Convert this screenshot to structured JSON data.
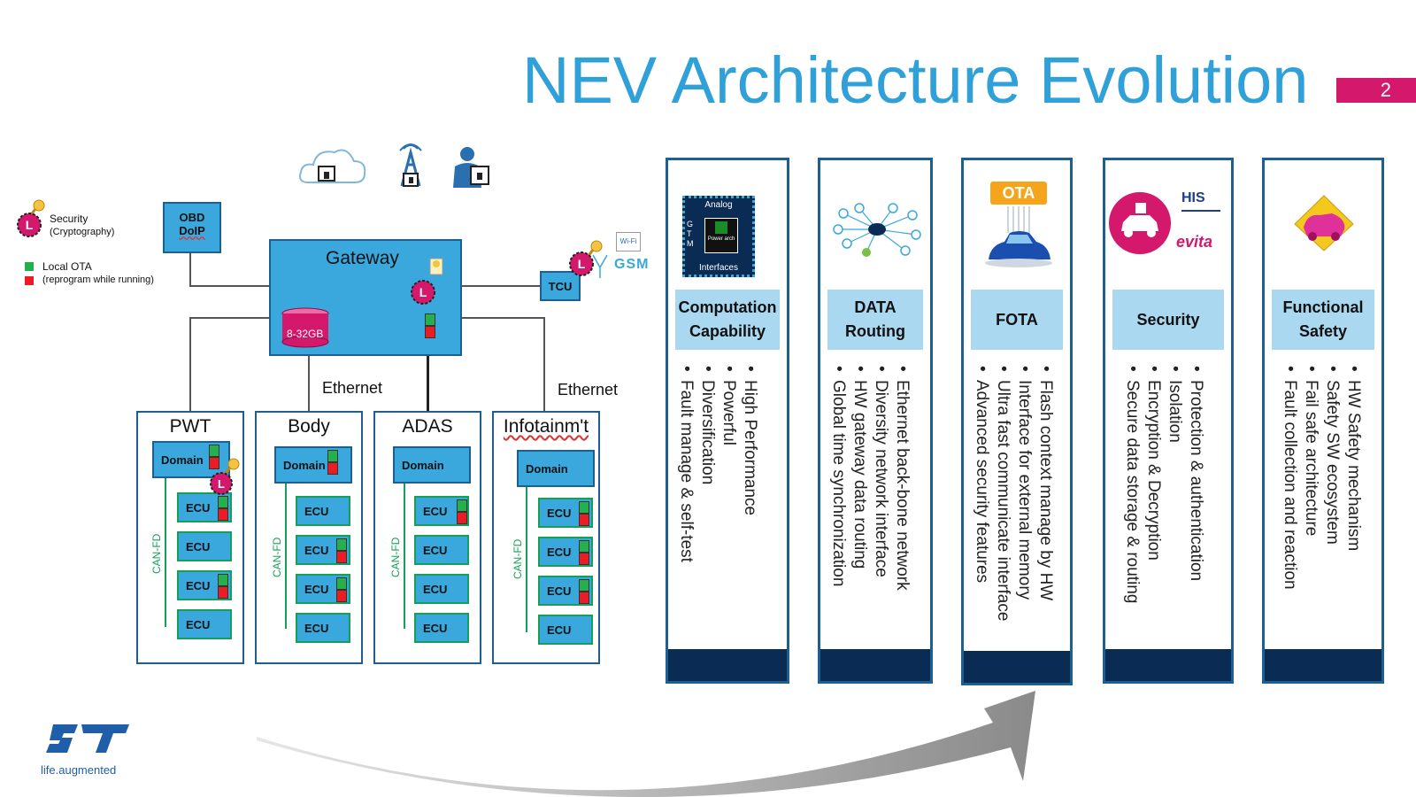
{
  "title": "NEV Architecture Evolution",
  "page_number": "2",
  "legend": {
    "security_label": "Security",
    "security_sub": "(Cryptography)",
    "ota_label": "Local OTA",
    "ota_sub": "(reprogram  while running)",
    "ota_colors": {
      "green": "#22b14c",
      "red": "#ed1c24"
    }
  },
  "diagram": {
    "obd_line1": "OBD",
    "obd_line2": "DoIP",
    "gateway": "Gateway",
    "storage": "8-32GB",
    "tcu": "TCU",
    "wifi": "Wi-Fi",
    "gsm": "GSM",
    "ethernet_left": "Ethernet",
    "ethernet_right": "Ethernet",
    "can_fd": "CAN-FD",
    "domain": "Domain",
    "ecu": "ECU",
    "systems": [
      {
        "name": "PWT"
      },
      {
        "name": "Body"
      },
      {
        "name": "ADAS"
      },
      {
        "name": "Infotainm't"
      }
    ]
  },
  "columns": [
    {
      "heading": "Computation Capability",
      "chip_top": "Analog",
      "chip_side": "GTM",
      "chip_bottom": "Interfaces",
      "chip_core": "Power arch",
      "bullets": [
        "High Performance",
        "Powerful",
        "Diversification",
        "Fault manage & self-test"
      ]
    },
    {
      "heading": "DATA Routing",
      "bullets": [
        "Ethernet back-bone network",
        "Diversity network interface",
        "HW gateway  data routing",
        "Global time synchronization"
      ]
    },
    {
      "heading": "FOTA",
      "badge": "OTA",
      "bullets": [
        "Flash context manage by HW",
        "Interface for external memory",
        "Ultra fast communicate interface",
        "Advanced security features"
      ]
    },
    {
      "heading": "Security",
      "logo_his": "HIS",
      "logo_evita": "evita",
      "bullets": [
        "Protection & authentication",
        "Isolation",
        "Encryption & Decryption",
        "Secure data storage & routing"
      ]
    },
    {
      "heading": "Functional Safety",
      "bullets": [
        "HW Safety mechanism",
        "Safety SW ecosystem",
        "Fail safe architecture",
        "Fault collection and reaction"
      ]
    }
  ],
  "logo": {
    "brand": "ST",
    "tagline": "life.augmented"
  },
  "colors": {
    "title": "#2fa0d8",
    "accent": "#d4186c",
    "box": "#3aa8dc",
    "navy": "#0a2b54",
    "header": "#aad8f0"
  }
}
